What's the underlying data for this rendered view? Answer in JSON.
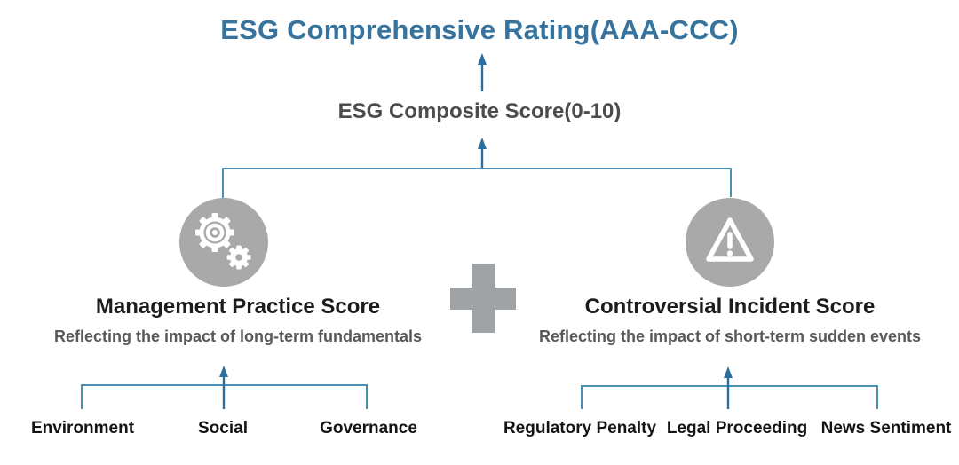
{
  "title": "ESG Comprehensive Rating(AAA-CCC)",
  "composite_label": "ESG Composite Score(0-10)",
  "operator": "plus-sign",
  "left_branch": {
    "title": "Management Practice Score",
    "subtitle": "Reflecting the impact of long-term fundamentals",
    "icon": "gears-icon",
    "children": [
      "Environment",
      "Social",
      "Governance"
    ]
  },
  "right_branch": {
    "title": "Controversial Incident Score",
    "subtitle": "Reflecting the impact of short-term sudden events",
    "icon": "warning-triangle-icon",
    "children": [
      "Regulatory Penalty",
      "Legal Proceeding",
      "News Sentiment"
    ]
  },
  "colors": {
    "accent_blue": "#36749e",
    "connector_blue": "#4a90b4",
    "arrow_blue": "#2c6f9f",
    "icon_circle_gray": "#a9a9a9",
    "plus_gray": "#a0a3a5",
    "heading_dark": "#1c1c1c",
    "subtitle_gray": "#595959",
    "composite_gray": "#4c4c4c"
  }
}
